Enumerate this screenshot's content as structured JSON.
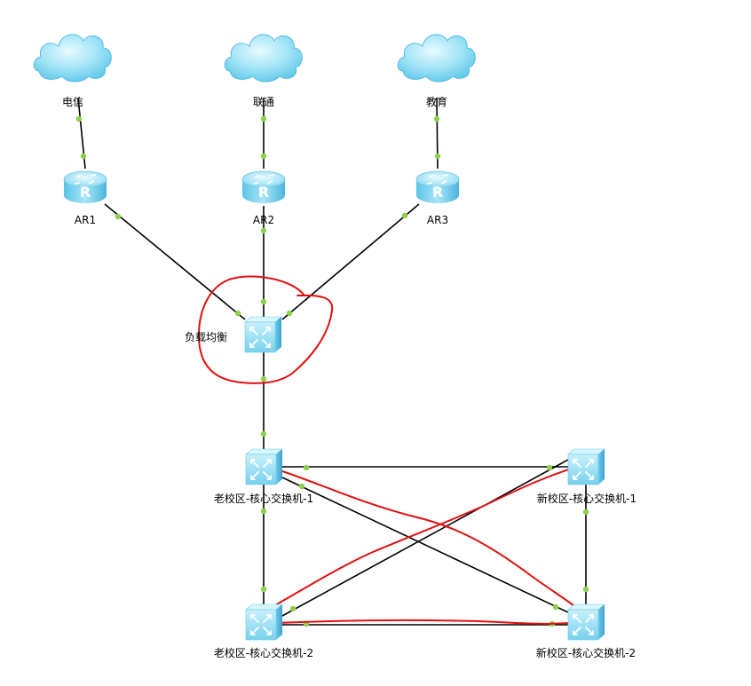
{
  "colors": {
    "link": "#000000",
    "port": "#8cd14b",
    "annotation": "#e01010",
    "device_light": "#c9f0fb",
    "device_mid": "#7fd4ee",
    "device_dark": "#3aa9d3"
  },
  "nodes": {
    "cloud_telecom": {
      "label": "电信",
      "icon": "cloud-icon"
    },
    "cloud_unicom": {
      "label": "联通",
      "icon": "cloud-icon"
    },
    "cloud_edu": {
      "label": "教育",
      "icon": "cloud-icon"
    },
    "ar1": {
      "label": "AR1",
      "icon": "router-icon"
    },
    "ar2": {
      "label": "AR2",
      "icon": "router-icon"
    },
    "ar3": {
      "label": "AR3",
      "icon": "router-icon"
    },
    "lb": {
      "label": "负载均衡",
      "icon": "switch-icon"
    },
    "old_core_1": {
      "label": "老校区-核心交换机-1",
      "icon": "switch-icon"
    },
    "new_core_1": {
      "label": "新校区-核心交换机-1",
      "icon": "switch-icon"
    },
    "old_core_2": {
      "label": "老校区-核心交换机-2",
      "icon": "switch-icon"
    },
    "new_core_2": {
      "label": "新校区-核心交换机-2",
      "icon": "switch-icon"
    }
  },
  "links": [
    [
      "cloud_telecom",
      "ar1"
    ],
    [
      "cloud_unicom",
      "ar2"
    ],
    [
      "cloud_edu",
      "ar3"
    ],
    [
      "ar1",
      "lb"
    ],
    [
      "ar2",
      "lb"
    ],
    [
      "ar3",
      "lb"
    ],
    [
      "lb",
      "old_core_1"
    ],
    [
      "old_core_1",
      "new_core_1"
    ],
    [
      "old_core_1",
      "old_core_2"
    ],
    [
      "new_core_1",
      "new_core_2"
    ],
    [
      "old_core_1",
      "new_core_2"
    ],
    [
      "new_core_1",
      "old_core_2"
    ],
    [
      "old_core_2",
      "new_core_2"
    ]
  ]
}
